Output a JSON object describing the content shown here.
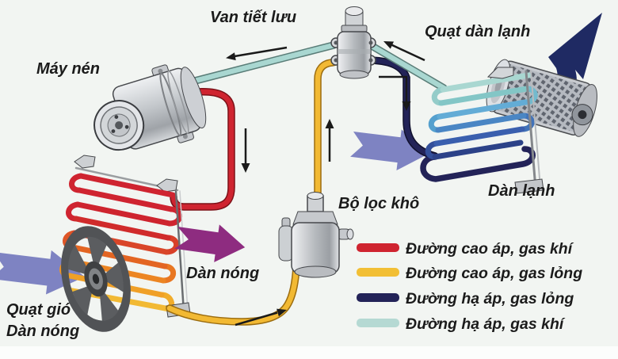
{
  "diagram": {
    "title_implicit": "Air conditioning refrigeration cycle",
    "labels": {
      "compressor": "Máy nén",
      "expansion_valve": "Van tiết lưu",
      "evaporator_fan": "Quạt dàn lạnh",
      "evaporator": "Dàn lạnh",
      "dry_filter": "Bộ lọc khô",
      "condenser": "Dàn nóng",
      "condenser_fan_line1": "Quạt gió",
      "condenser_fan_line2": "Dàn nóng"
    },
    "legend": {
      "items": [
        {
          "label": "Đường cao áp, gas khí",
          "color": "#cf2430"
        },
        {
          "label": "Đường cao áp, gas lỏng",
          "color": "#f2bf35"
        },
        {
          "label": "Đường hạ áp, gas lỏng",
          "color": "#232358"
        },
        {
          "label": "Đường hạ áp, gas khí",
          "color": "#b5d9d3"
        }
      ]
    },
    "colors": {
      "background": "#f2f5f2",
      "pipe_high_pressure_gas": "#cf2430",
      "pipe_high_pressure_liquid": "#f2b933",
      "pipe_low_pressure_liquid": "#232358",
      "pipe_low_pressure_gas": "#a9d7d1",
      "airflow_blue_arrow": "#7e83c2",
      "airflow_purple_arrow": "#8e2c80",
      "airflow_navy_arrow": "#1f2a63"
    }
  }
}
